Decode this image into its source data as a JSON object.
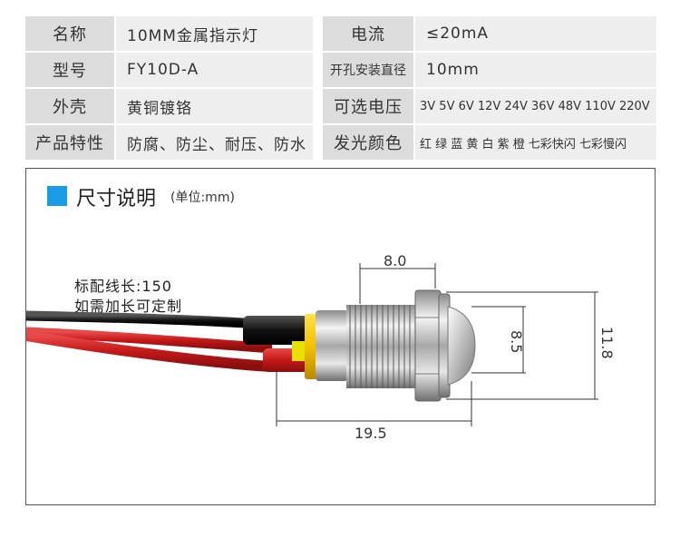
{
  "spec": {
    "rows": [
      {
        "label1": "名称",
        "value1": "10MM金属指示灯",
        "label2": "电流",
        "value2": "≤20mA"
      },
      {
        "label1": "型号",
        "value1": "FY10D-A",
        "label2": "开孔安装直径",
        "value2": "10mm"
      },
      {
        "label1": "外壳",
        "value1": "黄铜镀铬",
        "label2": "可选电压",
        "value2": "3V 5V 6V 12V 24V 36V 48V 110V 220V"
      },
      {
        "label1": "产品特性",
        "value1": "防腐、防尘、耐压、防水",
        "label2": "发光颜色",
        "value2": "红 绿 蓝 黄 白 紫 橙 七彩快闪 七彩慢闪"
      }
    ]
  },
  "dimensions": {
    "title": "尺寸说明",
    "unit": "(单位:mm)",
    "note_line1": "标配线长:150",
    "note_line2": "如需加长可定制",
    "thread_length": "8.0",
    "lens_diameter": "8.5",
    "nut_diameter": "11.8",
    "total_length": "19.5",
    "colors": {
      "accent": "#1a9be6",
      "red_wire": "#d42222",
      "black_wire": "#1a1a1a",
      "yellow_sleeve": "#f2c200"
    }
  }
}
